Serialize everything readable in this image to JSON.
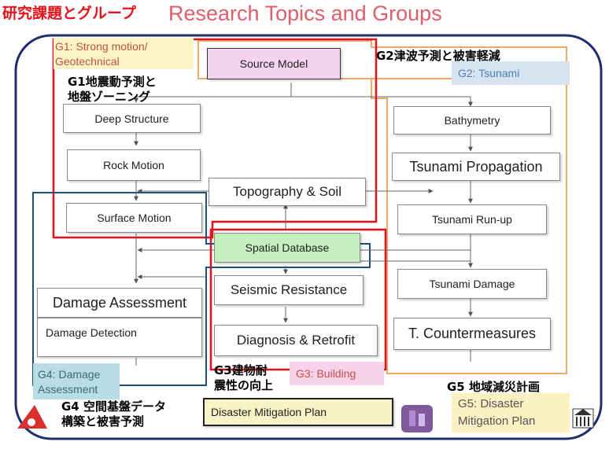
{
  "title": {
    "jp": "研究課題とグループ",
    "en": "Research Topics and Groups"
  },
  "groups": {
    "g1": {
      "label": "G1: Strong motion/ Geotechnical",
      "jp_line1": "G1地震動予測と",
      "jp_line2": "地盤ゾーニング"
    },
    "g2": {
      "label": "G2: Tsunami",
      "jp": "G2津波予測と被害軽減"
    },
    "g3": {
      "label": "G3: Building",
      "jp_line1": "G3建物耐",
      "jp_line2": "震性の向上"
    },
    "g4": {
      "label": "G4: Damage Assessment",
      "jp_line1": "G4 空間基盤データ",
      "jp_line2": "構築と被害予測"
    },
    "g5": {
      "label_line1": "G5: Disaster",
      "label_line2": "Mitigation Plan",
      "jp": "G5 地域減災計画"
    }
  },
  "boxes": {
    "source_model": "Source Model",
    "deep_structure": "Deep Structure",
    "rock_motion": "Rock Motion",
    "surface_motion": "Surface Motion",
    "topography_soil": "Topography & Soil",
    "spatial_database": "Spatial Database",
    "seismic_resistance": "Seismic Resistance",
    "diagnosis_retrofit": "Diagnosis & Retrofit",
    "damage_assessment": "Damage Assessment",
    "damage_detection": "Damage Detection",
    "bathymetry": "Bathymetry",
    "tsunami_propagation": "Tsunami Propagation",
    "tsunami_runup": "Tsunami Run-up",
    "tsunami_damage": "Tsunami Damage",
    "t_countermeasures": "T. Countermeasures",
    "disaster_mitigation_plan": "Disaster Mitigation Plan"
  },
  "colors": {
    "title_red": "#e8101a",
    "title_blue": "#e05d6a",
    "g1_frame": "#e8101a",
    "g2_frame": "#f0a868",
    "g3_frame": "#e8101a",
    "g4_frame": "#1c4f7a",
    "outer_frame": "#1e2d6e",
    "spatial_db_fill": "#c6efc0",
    "source_model_fill": "#f3d3ef",
    "g1_tag_fill": "#fbf4c6",
    "g2_tag_fill": "#d7e4ef",
    "g3_tag_fill": "#f7d2e8",
    "g4_tag_fill": "#b8dde5",
    "g5_tag_fill": "#fbf1c3",
    "dmp_fill": "#f8f3c7"
  },
  "icons": [
    "logo-left-icon",
    "logo-center-icon",
    "unesco-logo-icon"
  ]
}
